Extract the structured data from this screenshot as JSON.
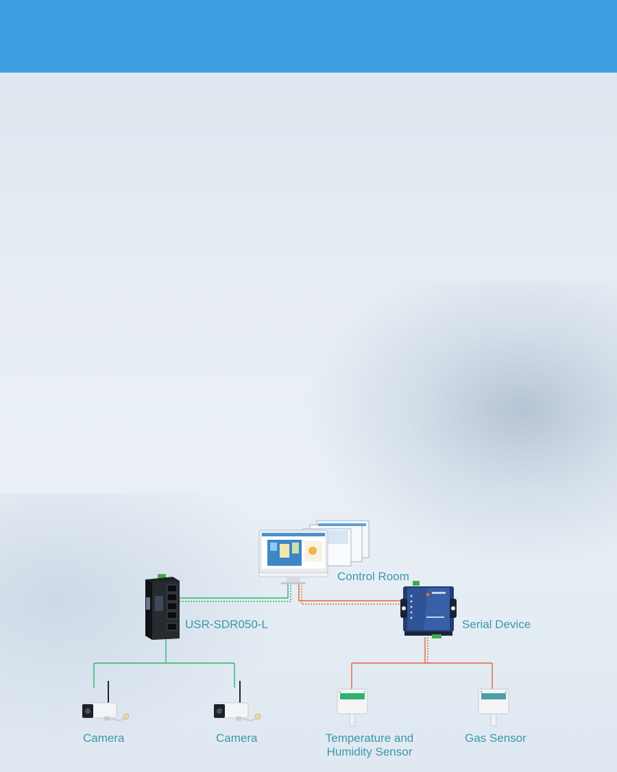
{
  "header": {
    "color": "#3e9fe0"
  },
  "nodes": {
    "control_room": {
      "label": "Control Room",
      "icon": "monitor-icon"
    },
    "switch": {
      "label": "USR-SDR050-L",
      "icon": "ethernet-switch-icon"
    },
    "serial_device": {
      "label": "Serial Device",
      "icon": "serial-server-icon"
    },
    "camera1": {
      "label": "Camera",
      "icon": "camera-icon"
    },
    "camera2": {
      "label": "Camera",
      "icon": "camera-icon"
    },
    "temp_sensor": {
      "label_line1": "Temperature and",
      "label_line2": "Humidity Sensor",
      "icon": "temperature-sensor-icon"
    },
    "gas_sensor": {
      "label": "Gas Sensor",
      "icon": "gas-sensor-icon"
    }
  },
  "colors": {
    "ethernet_line": "#2eb36a",
    "serial_line": "#e0682e",
    "label_text": "#3b98a8"
  }
}
